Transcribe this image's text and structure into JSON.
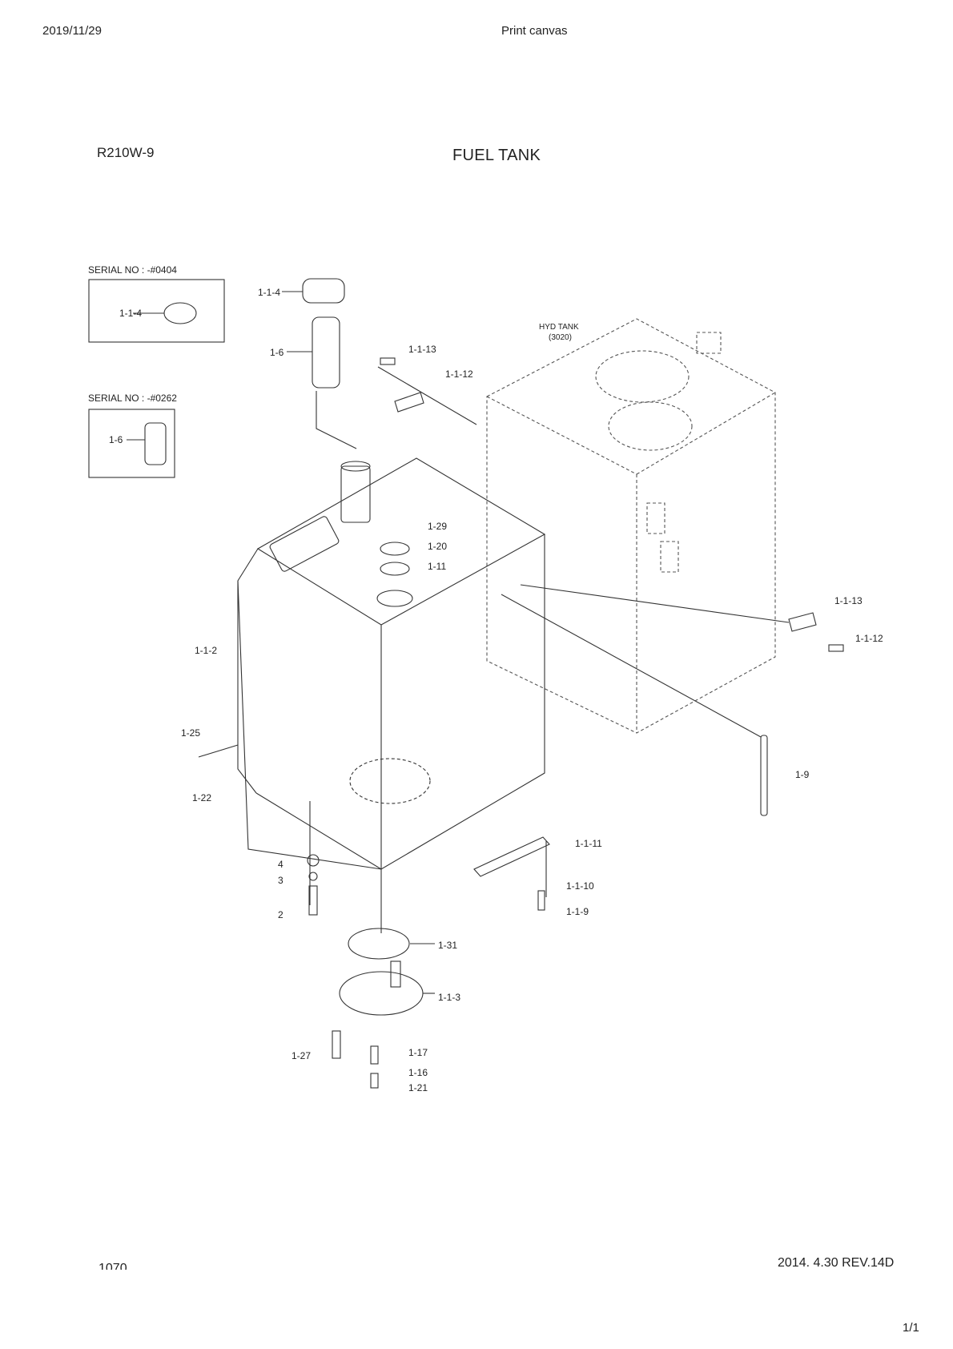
{
  "header": {
    "date": "2019/11/29",
    "title": "Print canvas"
  },
  "model": "R210W-9",
  "diagram_title": "FUEL TANK",
  "insets": [
    {
      "serial": "SERIAL NO : -#0404",
      "part": "1-1-4"
    },
    {
      "serial": "SERIAL NO : -#0262",
      "part": "1-6"
    }
  ],
  "hyd_tank": {
    "name": "HYD TANK",
    "ref": "(3020)"
  },
  "callouts": {
    "c_114": "1-1-4",
    "c_16": "1-6",
    "c_1113a": "1-1-13",
    "c_1112a": "1-1-12",
    "c_129": "1-29",
    "c_120": "1-20",
    "c_111": "1-11",
    "c_112": "1-1-2",
    "c_1113b": "1-1-13",
    "c_1112b": "1-1-12",
    "c_125": "1-25",
    "c_122": "1-22",
    "c_19": "1-9",
    "c_1111": "1-1-11",
    "c_1110": "1-1-10",
    "c_119": "1-1-9",
    "c_4": "4",
    "c_3": "3",
    "c_2": "2",
    "c_131": "1-31",
    "c_113": "1-1-3",
    "c_127": "1-27",
    "c_117": "1-17",
    "c_116": "1-16",
    "c_121": "1-21"
  },
  "footer": {
    "left": "1070",
    "right": "2014. 4.30 REV.14D",
    "page": "1/1"
  }
}
